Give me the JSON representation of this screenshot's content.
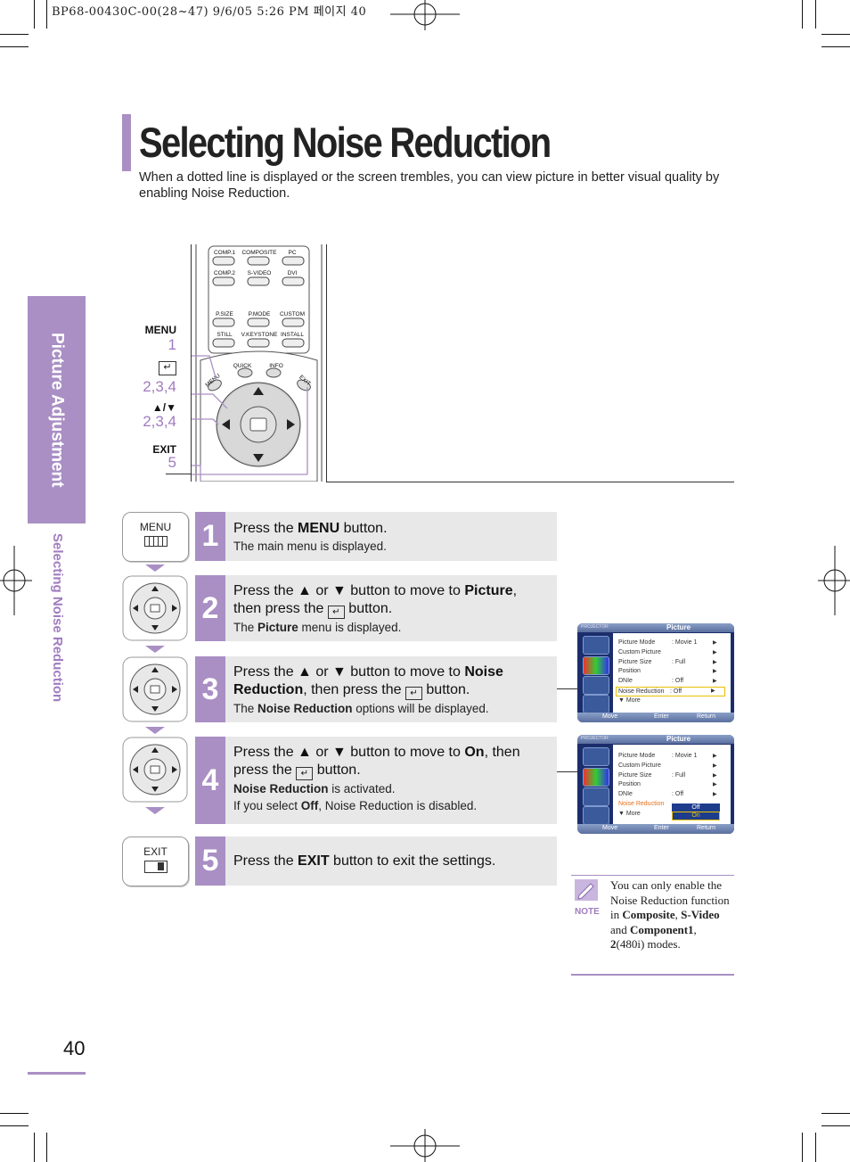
{
  "header": {
    "code": "BP68-00430C-00(28~47)  9/6/05  5:26 PM 페이지 40"
  },
  "side": {
    "section": "Picture Adjustment",
    "subsection": "Selecting Noise Reduction"
  },
  "page": {
    "title": "Selecting Noise Reduction",
    "intro": "When a dotted line is displayed or the screen trembles, you can view picture in better visual quality by enabling Noise Reduction.",
    "number": "40"
  },
  "remote": {
    "labels": {
      "menu": "MENU",
      "exit": "EXIT",
      "updown": "▲/▼",
      "enter_glyph": "↵"
    },
    "numbers": {
      "menu": "1",
      "enter": "2,3,4",
      "updown": "2,3,4",
      "exit": "5"
    },
    "buttons": {
      "comp1": "COMP.1",
      "composite": "COMPOSITE",
      "pc": "PC",
      "comp2": "COMP.2",
      "svideo": "S-VIDEO",
      "dvi": "DVI",
      "psize": "P.SIZE",
      "pmode": "P.MODE",
      "custom": "CUSTOM",
      "still": "STILL",
      "vkeystone": "V.KEYSTONE",
      "install": "INSTALL",
      "menu": "MENU",
      "quick": "QUICK",
      "info": "INFO",
      "exit": "EXIT"
    }
  },
  "steps": [
    {
      "num": "1",
      "main_pre": "Press the ",
      "main_b1": "MENU",
      "main_mid": " button.",
      "main_b2": "",
      "main_post": "",
      "sub": "The main menu is displayed.",
      "icon": "MENU"
    },
    {
      "num": "2",
      "main_pre": "Press the ▲ or ▼ button to move to ",
      "main_b1": "Picture",
      "main_mid": ",",
      "main_line2": "then press the ",
      "main_post": " button.",
      "sub_pre": "The ",
      "sub_b": "Picture",
      "sub_post": " menu is displayed."
    },
    {
      "num": "3",
      "main_pre": "Press the ▲ or ▼ button to move to ",
      "main_b1": "Noise",
      "main_b1b": "Reduction",
      "main_mid": ", then press the ",
      "main_post": " button.",
      "sub_pre": "The ",
      "sub_b": "Noise Reduction",
      "sub_post": " options will be displayed."
    },
    {
      "num": "4",
      "main_pre": "Press the ▲ or ▼ button to move to ",
      "main_b1": "On",
      "main_mid": ", then",
      "main_line2": "press the ",
      "main_post": " button.",
      "sub1_b": "Noise Reduction",
      "sub1_post": " is activated.",
      "sub2_pre": "If you select ",
      "sub2_b": "Off",
      "sub2_post": ", Noise Reduction is disabled."
    },
    {
      "num": "5",
      "main_pre": "Press the ",
      "main_b1": "EXIT",
      "main_post": " button to exit the settings.",
      "icon": "EXIT"
    }
  ],
  "osd": {
    "brand": "PROJECTOR",
    "title": "Picture",
    "rows": [
      {
        "label": "Picture Mode",
        "value": ": Movie 1"
      },
      {
        "label": "Custom Picture",
        "value": ""
      },
      {
        "label": "Picture Size",
        "value": ": Full"
      },
      {
        "label": "Position",
        "value": ""
      },
      {
        "label": "DNIe",
        "value": ": Off"
      },
      {
        "label": "Noise Reduction",
        "value": ": Off"
      }
    ],
    "more": "▼ More",
    "arrow": "▶",
    "footer": {
      "move": "Move",
      "enter": "Enter",
      "return": "Return"
    },
    "options": {
      "off": "Off",
      "on": "On"
    }
  },
  "note": {
    "label": "NOTE",
    "t1": "You can only enable the Noise Reduction function in ",
    "b1": "Composite",
    "t2": ", ",
    "b2": "S-Video",
    "t3": " and ",
    "b3": "Component1",
    "t4": ", ",
    "b4": "2",
    "t5": "(480i) modes."
  },
  "colors": {
    "accent": "#a98fc4",
    "step_bg": "#e8e8e8",
    "osd_bg": "#1b2d6b",
    "highlight": "#e8c000"
  }
}
